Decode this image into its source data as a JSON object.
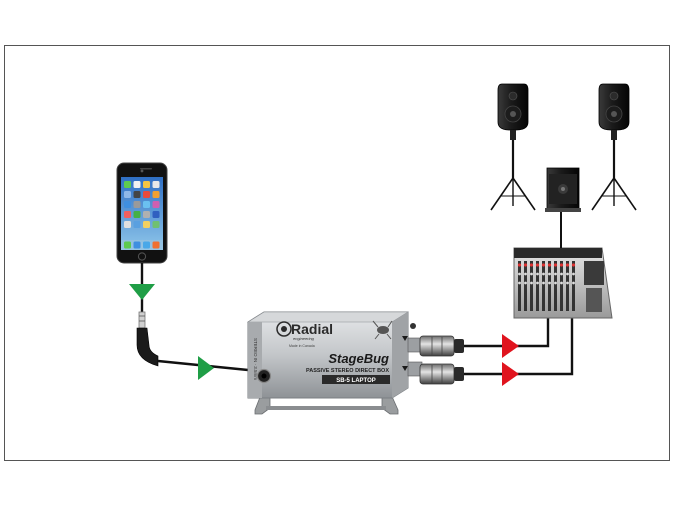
{
  "diagram": {
    "devices": {
      "phone": {
        "kind": "smartphone"
      },
      "di_box": {
        "brand": "Radial",
        "brand_sub": "engineering",
        "brand_origin": "Made in Canada",
        "product": "StageBug",
        "description": "PASSIVE STEREO DIRECT BOX",
        "model": "SB-5 LAPTOP"
      },
      "mixer": {
        "kind": "powered-mixer"
      },
      "speakers": {
        "count": 3
      }
    },
    "connections": [
      {
        "from": "phone",
        "to": "di_box",
        "signal": "stereo-eighth-inch"
      },
      {
        "from": "di_box",
        "to": "mixer",
        "signal": "xlr-left"
      },
      {
        "from": "di_box",
        "to": "mixer",
        "signal": "xlr-right"
      }
    ],
    "colors": {
      "input_arrow": "#1f9e46",
      "output_arrow": "#e0141e",
      "frame": "#555555",
      "cable": "#111111",
      "box_body": "#b9bcbf"
    }
  }
}
